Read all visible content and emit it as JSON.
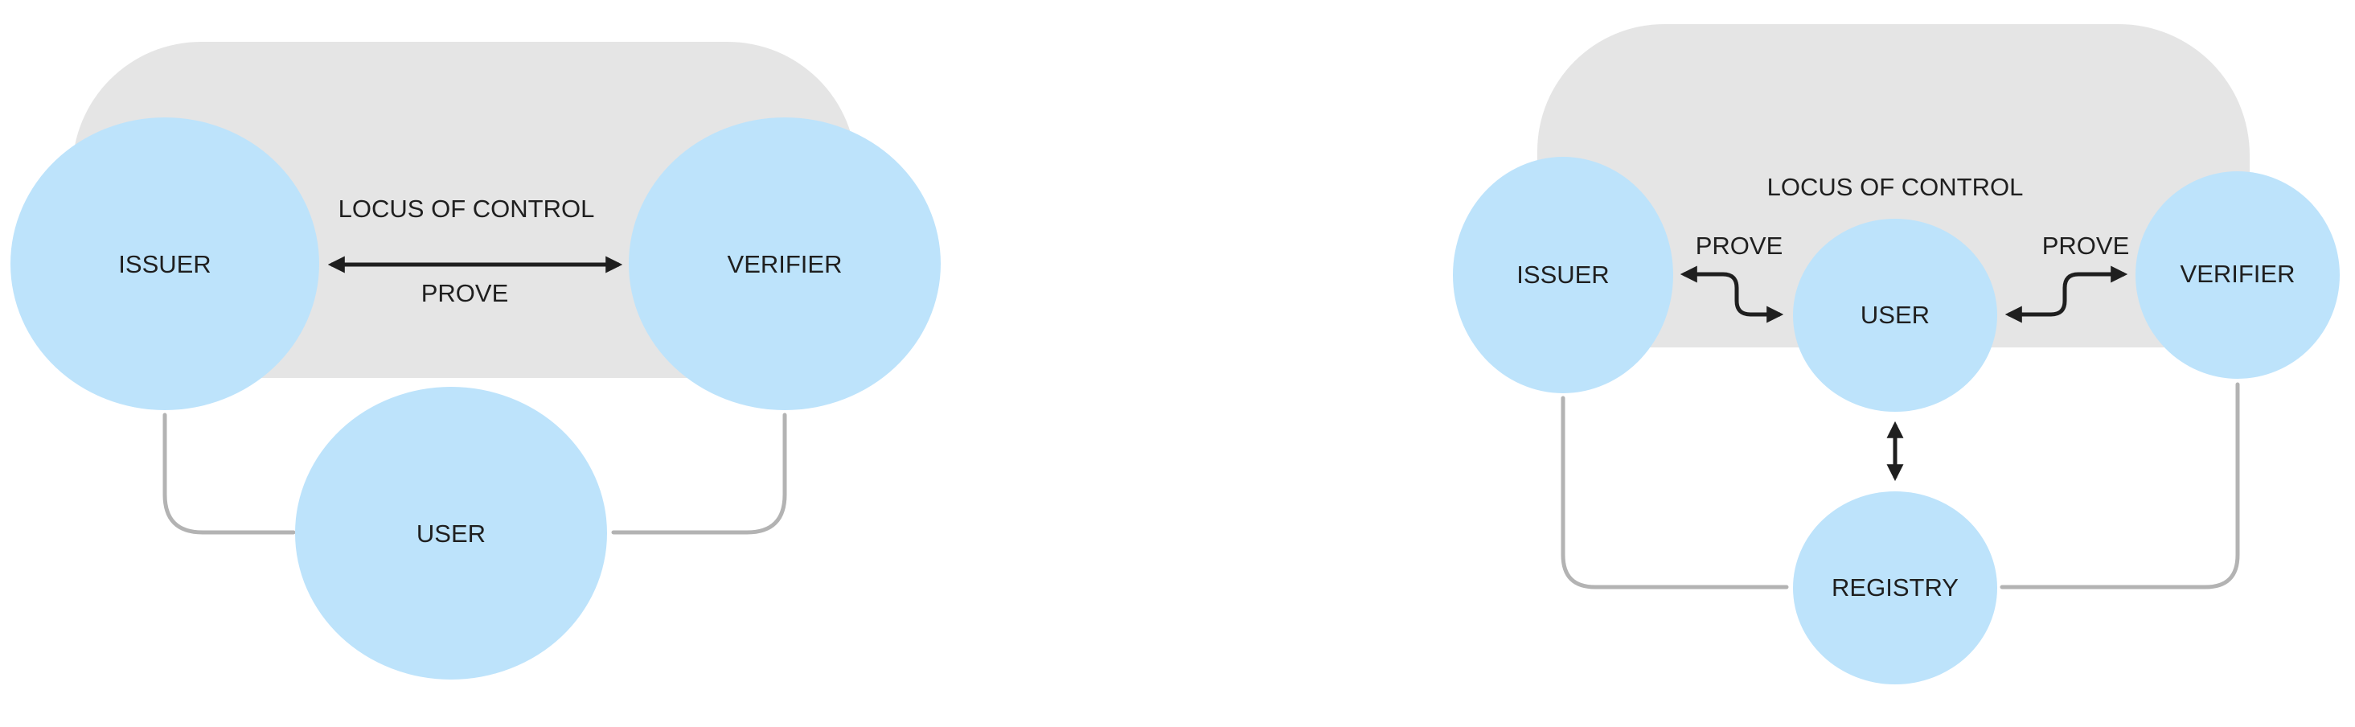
{
  "colors": {
    "background": "#ffffff",
    "control_region": "#e5e5e5",
    "node_fill": "#bde3fb",
    "connector": "#b3b3b3",
    "arrow": "#1f1f1f",
    "text": "#1f1f1f"
  },
  "diagrams": [
    {
      "nodes": {
        "issuer": "ISSUER",
        "verifier": "VERIFIER",
        "user": "USER"
      },
      "region_label": "LOCUS OF CONTROL",
      "arrow_label": "PROVE"
    },
    {
      "nodes": {
        "issuer": "ISSUER",
        "user": "USER",
        "verifier": "VERIFIER",
        "registry": "REGISTRY"
      },
      "region_label": "LOCUS OF CONTROL",
      "left_arrow_label": "PROVE",
      "right_arrow_label": "PROVE"
    }
  ]
}
